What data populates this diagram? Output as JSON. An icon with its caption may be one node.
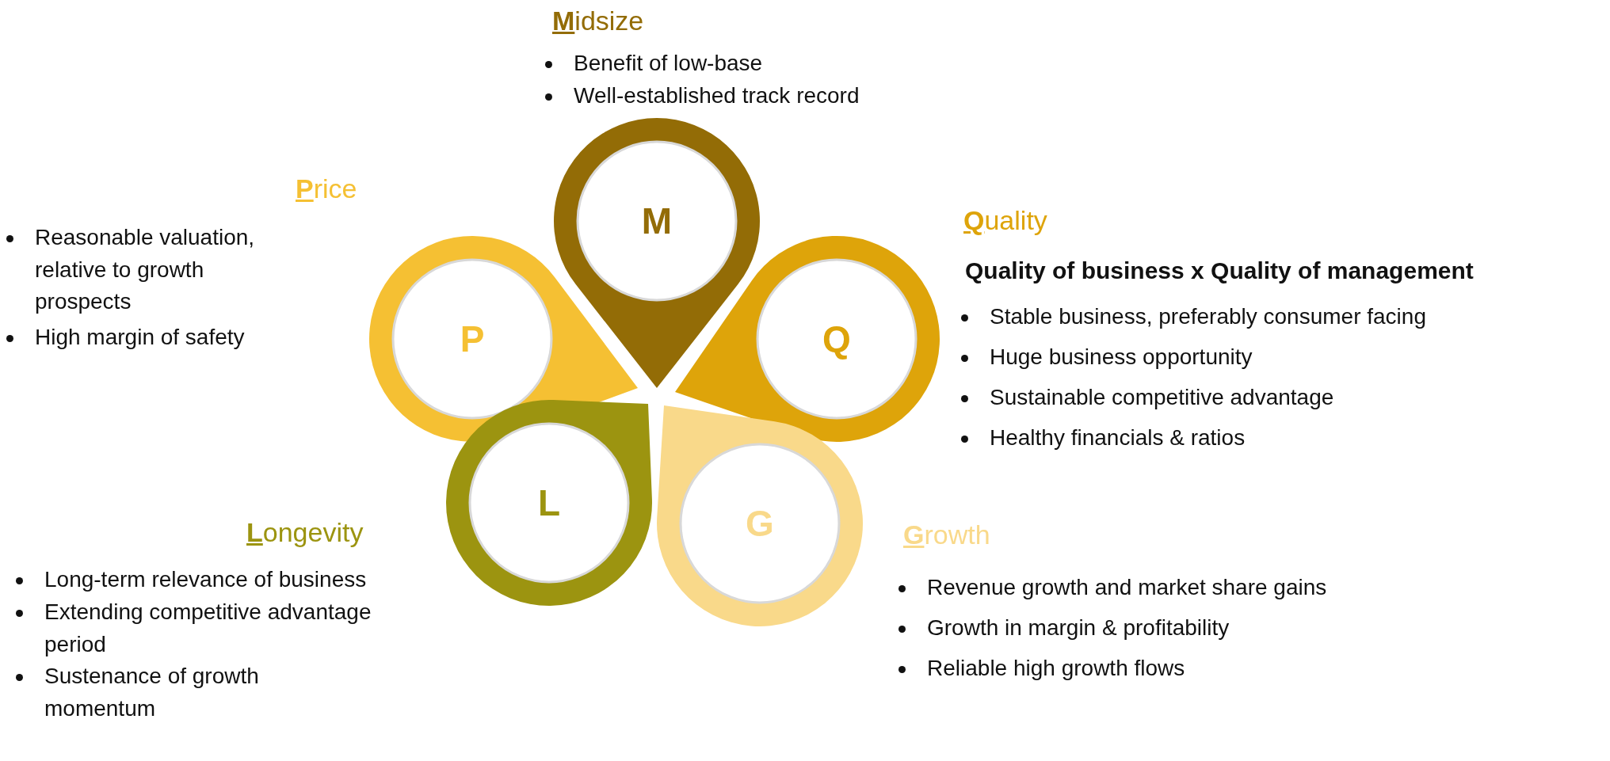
{
  "diagram": {
    "nodes": [
      {
        "text": [
          "M"
        ],
        "beside": [
          "**M**idsize",
          "Benefit of low-base",
          "Well-established track record"
        ]
      },
      {
        "text": [
          "P"
        ],
        "beside": [
          "**P**rice",
          "Reasonable valuation, relative to growth prospects",
          "High margin of safety"
        ]
      },
      {
        "text": [
          "Q"
        ],
        "beside": [
          "**Q**uality",
          "Quality of business x Quality of management",
          "Stable business, preferably consumer facing",
          "Huge business opportunity",
          "Sustainable competitive advantage",
          "Healthy financials & ratios"
        ]
      },
      {
        "text": [
          "L"
        ],
        "beside": [
          "**L**ongevity",
          "Long-term relevance of business",
          "Extending competitive advantage period",
          "Sustenance of growth momentum"
        ]
      },
      {
        "text": [
          "G"
        ],
        "beside": [
          "**G**rowth",
          "Revenue growth and market share gains",
          "Growth in margin & profitability",
          "Reliable high growth flows"
        ]
      }
    ]
  }
}
